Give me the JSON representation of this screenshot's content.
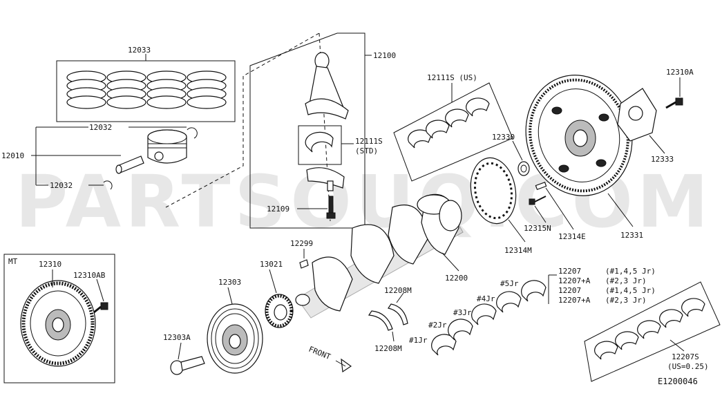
{
  "diagram": {
    "code": "E1200046",
    "watermark": "PARTSOUQ.COM",
    "variant_label": "MT",
    "front_label": "FRONT",
    "parts": {
      "p12033": "12033",
      "p12032a": "12032",
      "p12010": "12010",
      "p12032b": "12032",
      "p12100": "12100",
      "p12111s_std": "12111S",
      "p12111s_std_note": "(STD)",
      "p12109": "12109",
      "p12111s_us": "12111S (US)",
      "p12330": "12330",
      "p12310a": "12310A",
      "p12333": "12333",
      "p12315n": "12315N",
      "p12314e": "12314E",
      "p12331": "12331",
      "p12314m": "12314M",
      "p12299": "12299",
      "p13021": "13021",
      "p12303": "12303",
      "p12303a": "12303A",
      "p12200": "12200",
      "p12208m_a": "12208M",
      "p12208m_b": "12208M",
      "p12310": "12310",
      "p12310ab": "12310AB",
      "p12207_1": "12207",
      "p12207_1_note": "(#1,4,5 Jr)",
      "p12207a_1": "12207+A",
      "p12207a_1_note": "(#2,3 Jr)",
      "p12207_2": "12207",
      "p12207_2_note": "(#1,4,5 Jr)",
      "p12207a_2": "12207+A",
      "p12207a_2_note": "(#2,3 Jr)",
      "p12207s": "12207S",
      "p12207s_note": "(US=0.25)"
    },
    "journals": {
      "j1": "#1Jr",
      "j2": "#2Jr",
      "j3": "#3Jr",
      "j4": "#4Jr",
      "j5": "#5Jr"
    }
  }
}
